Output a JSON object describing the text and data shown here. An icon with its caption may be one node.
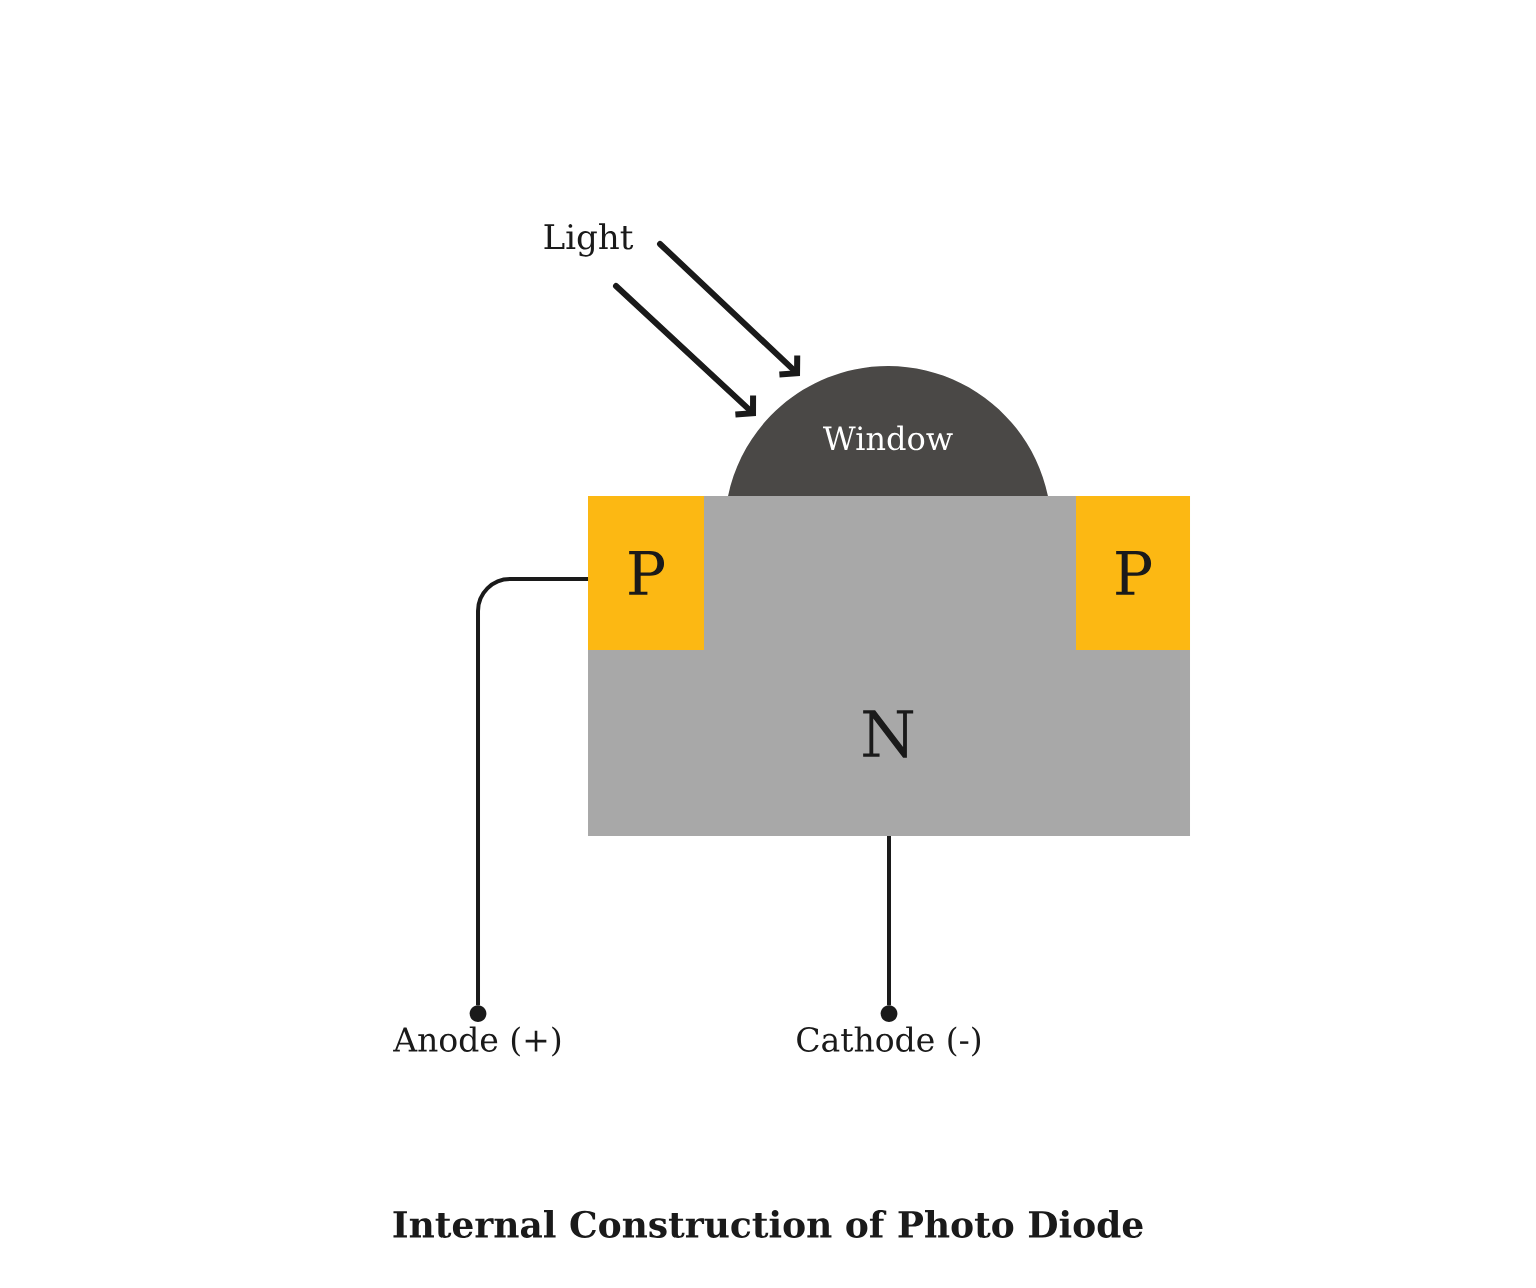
{
  "diagram": {
    "caption": "Internal Construction of Photo Diode",
    "nodes": [
      {
        "text": [
          "Light"
        ]
      },
      {
        "text": [
          "Window"
        ]
      },
      {
        "text": [
          "N"
        ]
      },
      {
        "text": [
          "P"
        ],
        "in": 2
      },
      {
        "text": [
          "P"
        ],
        "in": 2
      },
      {
        "text": [
          "Anode (+)"
        ]
      },
      {
        "text": [
          "Cathode (-)"
        ]
      }
    ],
    "edges": [
      {
        "from": 0,
        "to": 1,
        "arrow": "to"
      },
      {
        "from": 0,
        "to": 1,
        "arrow": "to"
      },
      {
        "from": 3,
        "to": 5,
        "arrow": "other"
      },
      {
        "from": 2,
        "to": 6,
        "arrow": "other"
      }
    ]
  }
}
